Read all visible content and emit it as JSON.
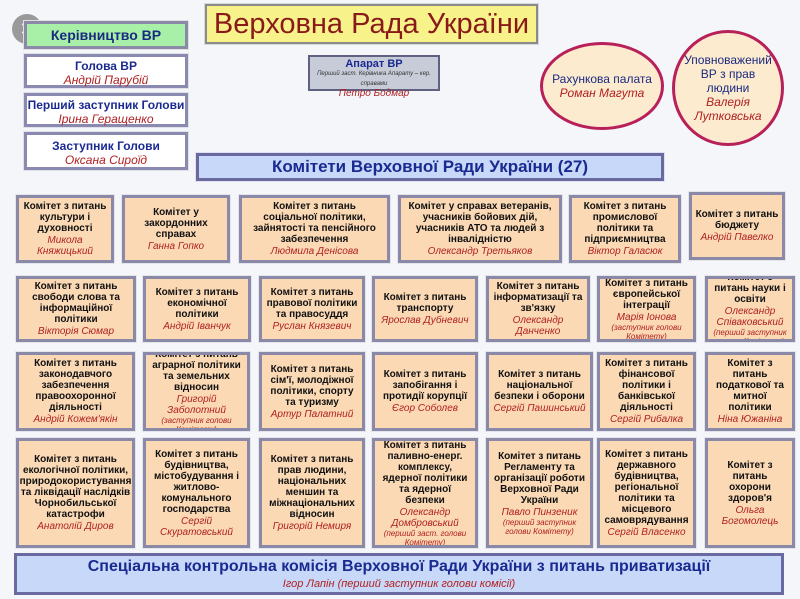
{
  "title": "Верховна Рада України",
  "leadership": {
    "header": "Керівництво ВР",
    "items": [
      {
        "title": "Голова ВР",
        "person": "Андрій Парубій"
      },
      {
        "title": "Перший заступник Голови",
        "person": "Ірина Геращенко"
      },
      {
        "title": "Заступник Голови",
        "person": "Оксана Сироїд"
      }
    ]
  },
  "apparatus": {
    "title": "Апарат ВР",
    "subtitle": "Перший заст. Керівника Апарату – кер. справами",
    "person": "Петро Бодмар"
  },
  "audit": {
    "title": "Рахункова палата",
    "person": "Роман Магута"
  },
  "ombudsman": {
    "title": "Уповноважений ВР з прав людини",
    "person": "Валерія Лутковська"
  },
  "committees_header": "Комітети Верховної Ради України (27)",
  "committees": [
    {
      "title": "Комітет з питань культури і духовності",
      "person": "Микола Княжицький",
      "note": ""
    },
    {
      "title": "Комітет у закордонних справах",
      "person": "Ганна Гопко",
      "note": ""
    },
    {
      "title": "Комітет з питань соціальної політики, зайнятості та пенсійного забезпечення",
      "person": "Людмила Денісова",
      "note": ""
    },
    {
      "title": "Комітет у справах ветеранів, учасників бойових дій, учасників АТО та людей з інвалідністю",
      "person": "Олександр Третьяков",
      "note": ""
    },
    {
      "title": "Комітет з питань промислової політики та підприємництва",
      "person": "Віктор Галасюк",
      "note": ""
    },
    {
      "title": "Комітет з питань бюджету",
      "person": "Андрій Павелко",
      "note": ""
    },
    {
      "title": "Комітет з питань свободи слова та інформаційної політики",
      "person": "Вікторія Сюмар",
      "note": ""
    },
    {
      "title": "Комітет з питань економічної політики",
      "person": "Андрій Іванчук",
      "note": ""
    },
    {
      "title": "Комітет з питань правової політики та правосуддя",
      "person": "Руслан Князевич",
      "note": ""
    },
    {
      "title": "Комітет з питань транспорту",
      "person": "Ярослав Дубневич",
      "note": ""
    },
    {
      "title": "Комітет з питань інформатизації та зв'язку",
      "person": "Олександр Данченко",
      "note": ""
    },
    {
      "title": "Комітет з питань європейської інтеграції",
      "person": "Марія Іонова",
      "note": "(заступник голови Комітету)"
    },
    {
      "title": "Комітет з питань науки і освіти",
      "person": "Олександр Співаковський",
      "note": "(перший заступник голови Комітету)"
    },
    {
      "title": "Комітет з питань законодавчого забезпечення правоохоронної діяльності",
      "person": "Андрій Кожем'якін",
      "note": ""
    },
    {
      "title": "Комітет з питань аграрної політики та земельних відносин",
      "person": "Григорій Заболотний",
      "note": "(заступник голови Комітету)"
    },
    {
      "title": "Комітет з питань сім'ї, молодіжної політики, спорту та туризму",
      "person": "Артур Палатний",
      "note": ""
    },
    {
      "title": "Комітет з питань запобігання і протидії корупції",
      "person": "Єгор Соболев",
      "note": ""
    },
    {
      "title": "Комітет з питань національної безпеки і оборони",
      "person": "Сергій Пашинський",
      "note": ""
    },
    {
      "title": "Комітет з питань фінансової політики і банківської діяльності",
      "person": "Сергій Рибалка",
      "note": ""
    },
    {
      "title": "Комітет з питань податкової та митної політики",
      "person": "Ніна Южаніна",
      "note": ""
    },
    {
      "title": "Комітет з питань екологічної політики, природокористування та ліквідації наслідків Чорнобильської катастрофи",
      "person": "Анатолій Диров",
      "note": ""
    },
    {
      "title": "Комітет з питань будівництва, містобудування і житлово-комунального господарства",
      "person": "Сергій Скуратовський",
      "note": ""
    },
    {
      "title": "Комітет з питань прав людини, національних меншин та міжнаціональних відносин",
      "person": "Григорій Немиря",
      "note": ""
    },
    {
      "title": "Комітет з питань паливно-енерг. комплексу, ядерної політики та ядерної безпеки",
      "person": "Олександр Домбровський",
      "note": "(перший заст. голови Комітету)"
    },
    {
      "title": "Комітет з питань Регламенту та організації роботи Верховної Ради України",
      "person": "Павло Пинзеник",
      "note": "(перший заступник голови Комітету)"
    },
    {
      "title": "Комітет з питань державного будівництва, регіональної політики та місцевого самоврядування",
      "person": "Сергій Власенко",
      "note": ""
    },
    {
      "title": "Комітет з питань охорони здоров'я",
      "person": "Ольга Богомолець",
      "note": ""
    }
  ],
  "special_commission": {
    "title": "Спеціальна контрольна комісія Верховної Ради України з питань приватизації",
    "person": "Ігор Лапін (перший заступник голови комісії)"
  }
}
